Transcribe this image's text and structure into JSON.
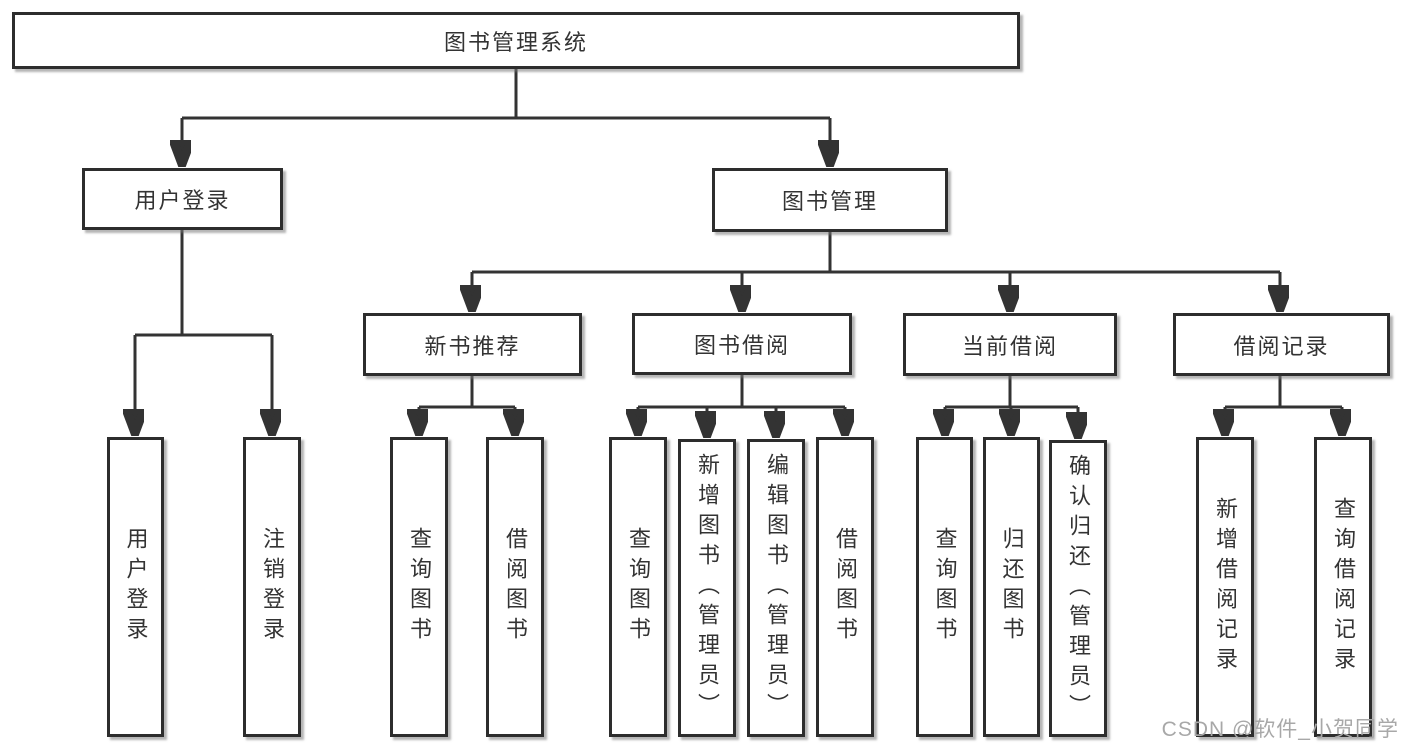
{
  "diagram": {
    "type": "hierarchy-tree",
    "title": "图书管理系统",
    "watermark": "CSDN @软件_小贺同学",
    "colors": {
      "background": "#ffffff",
      "line": "#333333",
      "box_border": "#2d2d2d",
      "box_fill": "#ffffff",
      "text": "#333333",
      "watermark_text": "#a8a8a8"
    },
    "nodes": {
      "root": {
        "label": "图书管理系统"
      },
      "login": {
        "label": "用户登录"
      },
      "book_mgmt": {
        "label": "图书管理"
      },
      "new_book": {
        "label": "新书推荐"
      },
      "book_borrow": {
        "label": "图书借阅"
      },
      "current_borrow": {
        "label": "当前借阅"
      },
      "borrow_records": {
        "label": "借阅记录"
      },
      "user_login": {
        "label": "用户登录"
      },
      "logout": {
        "label": "注销登录"
      },
      "nb_query": {
        "label": "查询图书"
      },
      "nb_borrow": {
        "label": "借阅图书"
      },
      "bb_query": {
        "label": "查询图书"
      },
      "bb_add": {
        "label": "新增图书（管理员）"
      },
      "bb_edit": {
        "label": "编辑图书（管理员）"
      },
      "bb_borrow": {
        "label": "借阅图书"
      },
      "cb_query": {
        "label": "查询图书"
      },
      "cb_return": {
        "label": "归还图书"
      },
      "cb_confirm": {
        "label": "确认归还（管理员）"
      },
      "br_add": {
        "label": "新增借阅记录"
      },
      "br_query": {
        "label": "查询借阅记录"
      }
    },
    "edges": [
      "root->login",
      "root->book_mgmt",
      "login->user_login",
      "login->logout",
      "book_mgmt->new_book",
      "book_mgmt->book_borrow",
      "book_mgmt->current_borrow",
      "book_mgmt->borrow_records",
      "new_book->nb_query",
      "new_book->nb_borrow",
      "book_borrow->bb_query",
      "book_borrow->bb_add",
      "book_borrow->bb_edit",
      "book_borrow->bb_borrow",
      "current_borrow->cb_query",
      "current_borrow->cb_return",
      "current_borrow->cb_confirm",
      "borrow_records->br_add",
      "borrow_records->br_query"
    ]
  }
}
